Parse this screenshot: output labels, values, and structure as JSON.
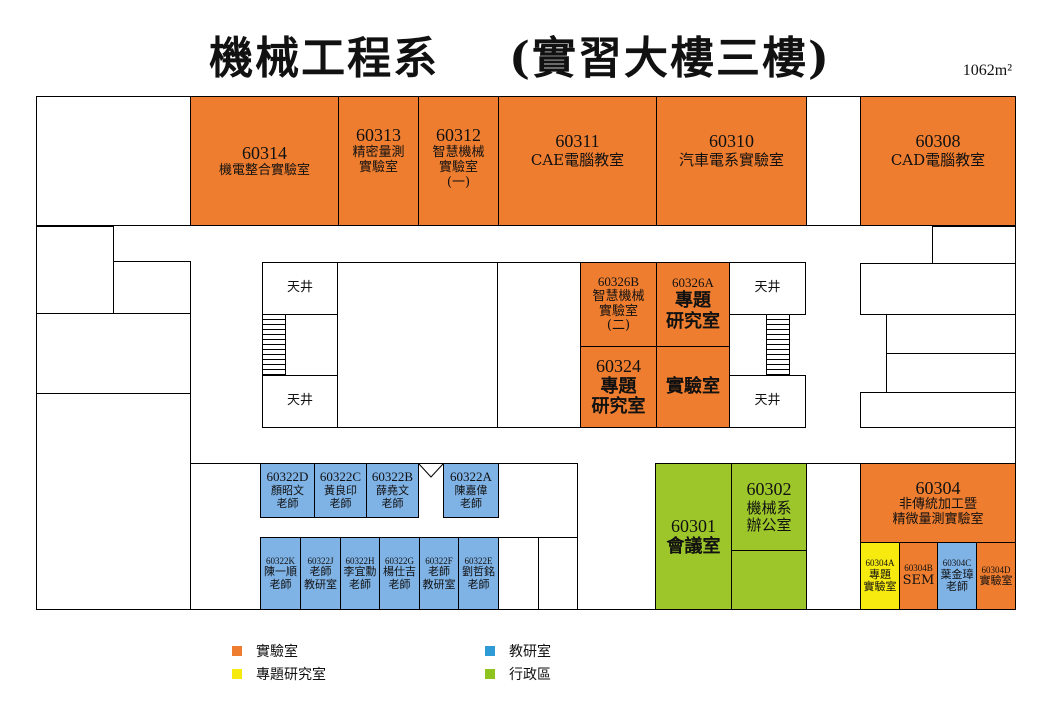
{
  "title": {
    "main": "機械工程系",
    "sub": "(實習大樓三樓)"
  },
  "area": "1062m²",
  "rooms": {
    "r60314": {
      "num": "60314",
      "name": "機電整合實驗室"
    },
    "r60313": {
      "num": "60313",
      "name1": "精密量測",
      "name2": "實驗室"
    },
    "r60312": {
      "num": "60312",
      "name1": "智慧機械",
      "name2": "實驗室",
      "name3": "(一)"
    },
    "r60311": {
      "num": "60311",
      "name": "CAE電腦教室"
    },
    "r60310": {
      "num": "60310",
      "name": "汽車電系實驗室"
    },
    "r60308": {
      "num": "60308",
      "name": "CAD電腦教室"
    },
    "r60326b": {
      "num": "60326B",
      "name1": "智慧機械",
      "name2": "實驗室",
      "name3": "(二)"
    },
    "r60326a": {
      "num": "60326A",
      "name1": "專題",
      "name2": "研究室"
    },
    "r60324": {
      "num": "60324",
      "name1": "專題",
      "name2": "研究室"
    },
    "rlab": {
      "name": "實驗室"
    },
    "r60322d": {
      "num": "60322D",
      "name1": "顏昭文",
      "name2": "老師"
    },
    "r60322c": {
      "num": "60322C",
      "name1": "黃良印",
      "name2": "老師"
    },
    "r60322b": {
      "num": "60322B",
      "name1": "薛堯文",
      "name2": "老師"
    },
    "r60322a": {
      "num": "60322A",
      "name1": "陳嘉偉",
      "name2": "老師"
    },
    "r60322k": {
      "num": "60322K",
      "name1": "陳一順",
      "name2": "老師"
    },
    "r60322j": {
      "num": "60322J",
      "name1": "老師",
      "name2": "教研室"
    },
    "r60322h": {
      "num": "60322H",
      "name1": "李宜勳",
      "name2": "老師"
    },
    "r60322g": {
      "num": "60322G",
      "name1": "楊仕吉",
      "name2": "老師"
    },
    "r60322f": {
      "num": "60322F",
      "name1": "老師",
      "name2": "教研室"
    },
    "r60322e": {
      "num": "60322E",
      "name1": "劉哲銘",
      "name2": "老師"
    },
    "r60301": {
      "num": "60301",
      "name": "會議室"
    },
    "r60302": {
      "num": "60302",
      "name1": "機械系",
      "name2": "辦公室"
    },
    "r60304": {
      "num": "60304",
      "name1": "非傳統加工暨",
      "name2": "精微量測實驗室"
    },
    "r60304a": {
      "num": "60304A",
      "name1": "專題",
      "name2": "實驗室"
    },
    "r60304b": {
      "num": "60304B",
      "name": "SEM"
    },
    "r60304c": {
      "num": "60304C",
      "name1": "葉金璋",
      "name2": "老師"
    },
    "r60304d": {
      "num": "60304D",
      "name": "實驗室"
    }
  },
  "atrium": "天井",
  "legend": [
    {
      "label": "實驗室",
      "color": "#ee7d2f"
    },
    {
      "label": "專題研究室",
      "color": "#f7ea0f"
    },
    {
      "label": "教研室",
      "color": "#2f9bd6"
    },
    {
      "label": "行政區",
      "color": "#8fc31f"
    }
  ]
}
